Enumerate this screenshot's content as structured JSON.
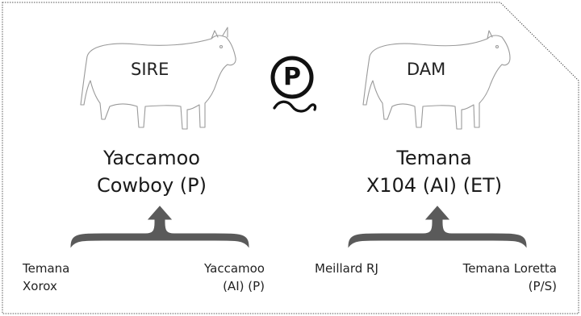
{
  "polled_symbol": "P",
  "sire": {
    "tag": "SIRE",
    "name_line1": "Yaccamoo",
    "name_line2": "Cowboy (P)",
    "parents": [
      {
        "line1": "Temana",
        "line2": "Xorox"
      },
      {
        "line1": "Yaccamoo",
        "line2": "(AI) (P)"
      }
    ]
  },
  "dam": {
    "tag": "DAM",
    "name_line1": "Temana",
    "name_line2": "X104 (AI) (ET)",
    "parents": [
      {
        "line1": "Meillard RJ",
        "line2": ""
      },
      {
        "line1": "Temana Loretta",
        "line2": "(P/S)"
      }
    ]
  },
  "colors": {
    "arrow": "#5a5a5a",
    "outline": "#9a9a9a",
    "text": "#1a1a1a"
  }
}
